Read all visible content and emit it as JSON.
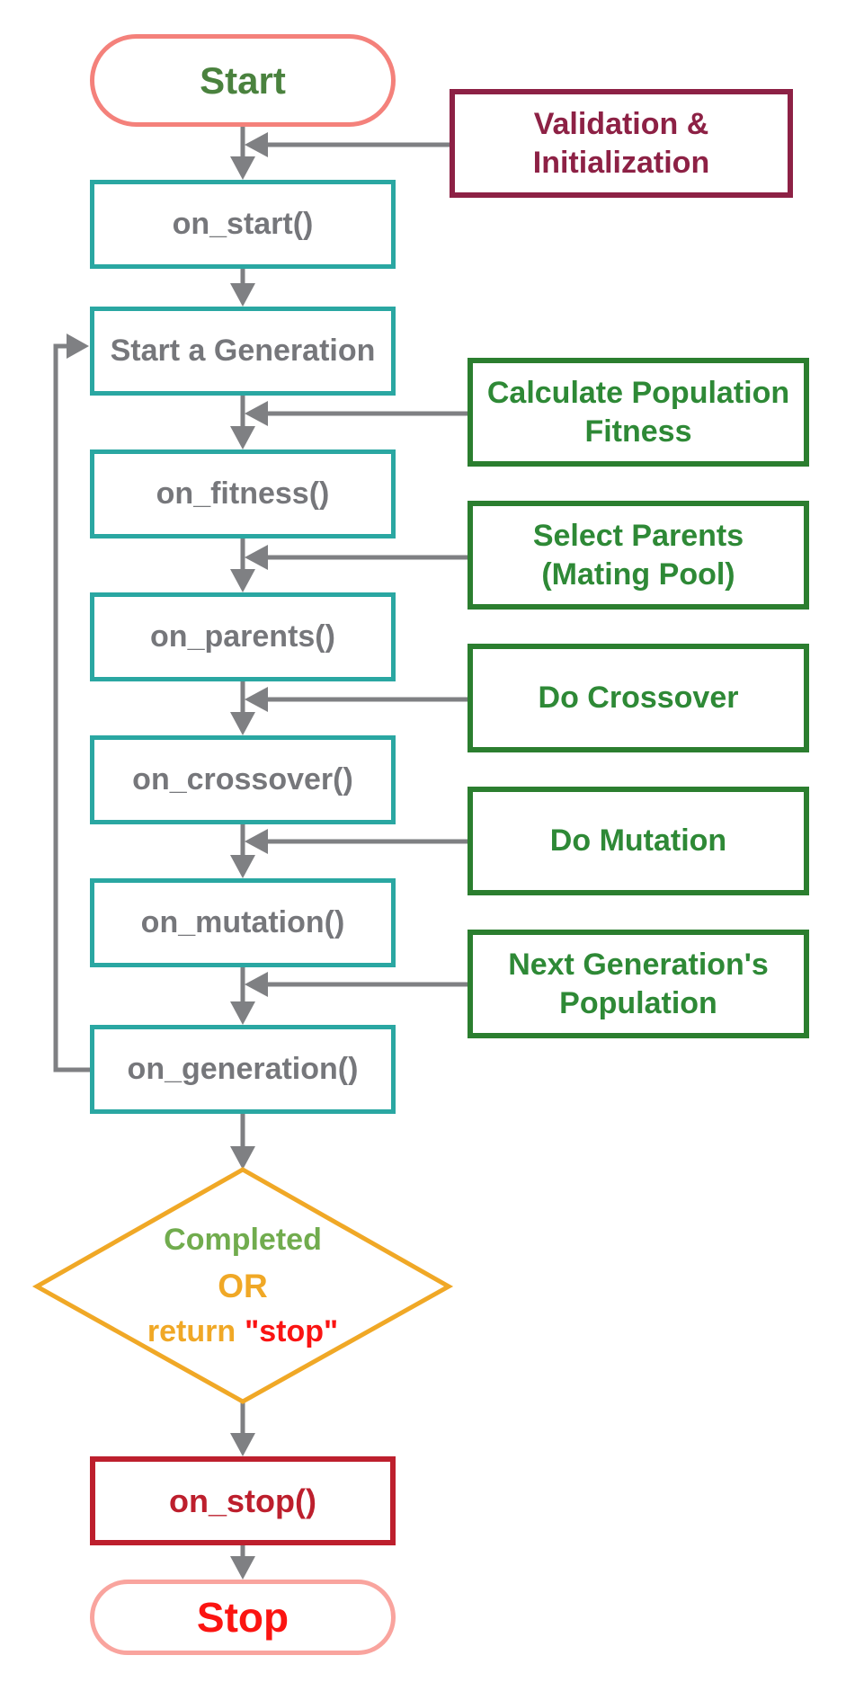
{
  "diagram": {
    "description_colors": {
      "teal_border": "#2aa7a2",
      "process_text_gray": "#76777b",
      "arrow_gray": "#7f8083",
      "note_green_border": "#2b7e2f",
      "note_green_text": "#2e8936",
      "maroon": "#8d2145",
      "diamond_amber": "#f0a826",
      "start_border_salmon": "#f4817b",
      "stop_border_salmon": "#f9a49e",
      "start_text_green": "#4a823e",
      "completed_green": "#71ac4e",
      "crimson": "#bd1f2d",
      "bright_red": "#fb1411"
    },
    "nodes": {
      "start": {
        "label": "Start"
      },
      "on_start": {
        "label": "on_start()"
      },
      "start_generation": {
        "label": "Start a Generation"
      },
      "on_fitness": {
        "label": "on_fitness()"
      },
      "on_parents": {
        "label": "on_parents()"
      },
      "on_crossover": {
        "label": "on_crossover()"
      },
      "on_mutation": {
        "label": "on_mutation()"
      },
      "on_generation": {
        "label": "on_generation()"
      },
      "decision": {
        "completed": "Completed",
        "or": "OR",
        "return_prefix": "return",
        "return_value": "\"stop\""
      },
      "on_stop": {
        "label": "on_stop()"
      },
      "stop": {
        "label": "Stop"
      }
    },
    "side_notes": {
      "validation": {
        "lines": [
          "Validation &",
          "Initialization"
        ]
      },
      "calculate_fitness": {
        "lines": [
          "Calculate Population",
          "Fitness"
        ]
      },
      "select_parents": {
        "lines": [
          "Select Parents",
          "(Mating Pool)"
        ]
      },
      "do_crossover": {
        "lines": [
          "Do Crossover"
        ]
      },
      "do_mutation": {
        "lines": [
          "Do Mutation"
        ]
      },
      "next_generation": {
        "lines": [
          "Next Generation's",
          "Population"
        ]
      }
    }
  }
}
